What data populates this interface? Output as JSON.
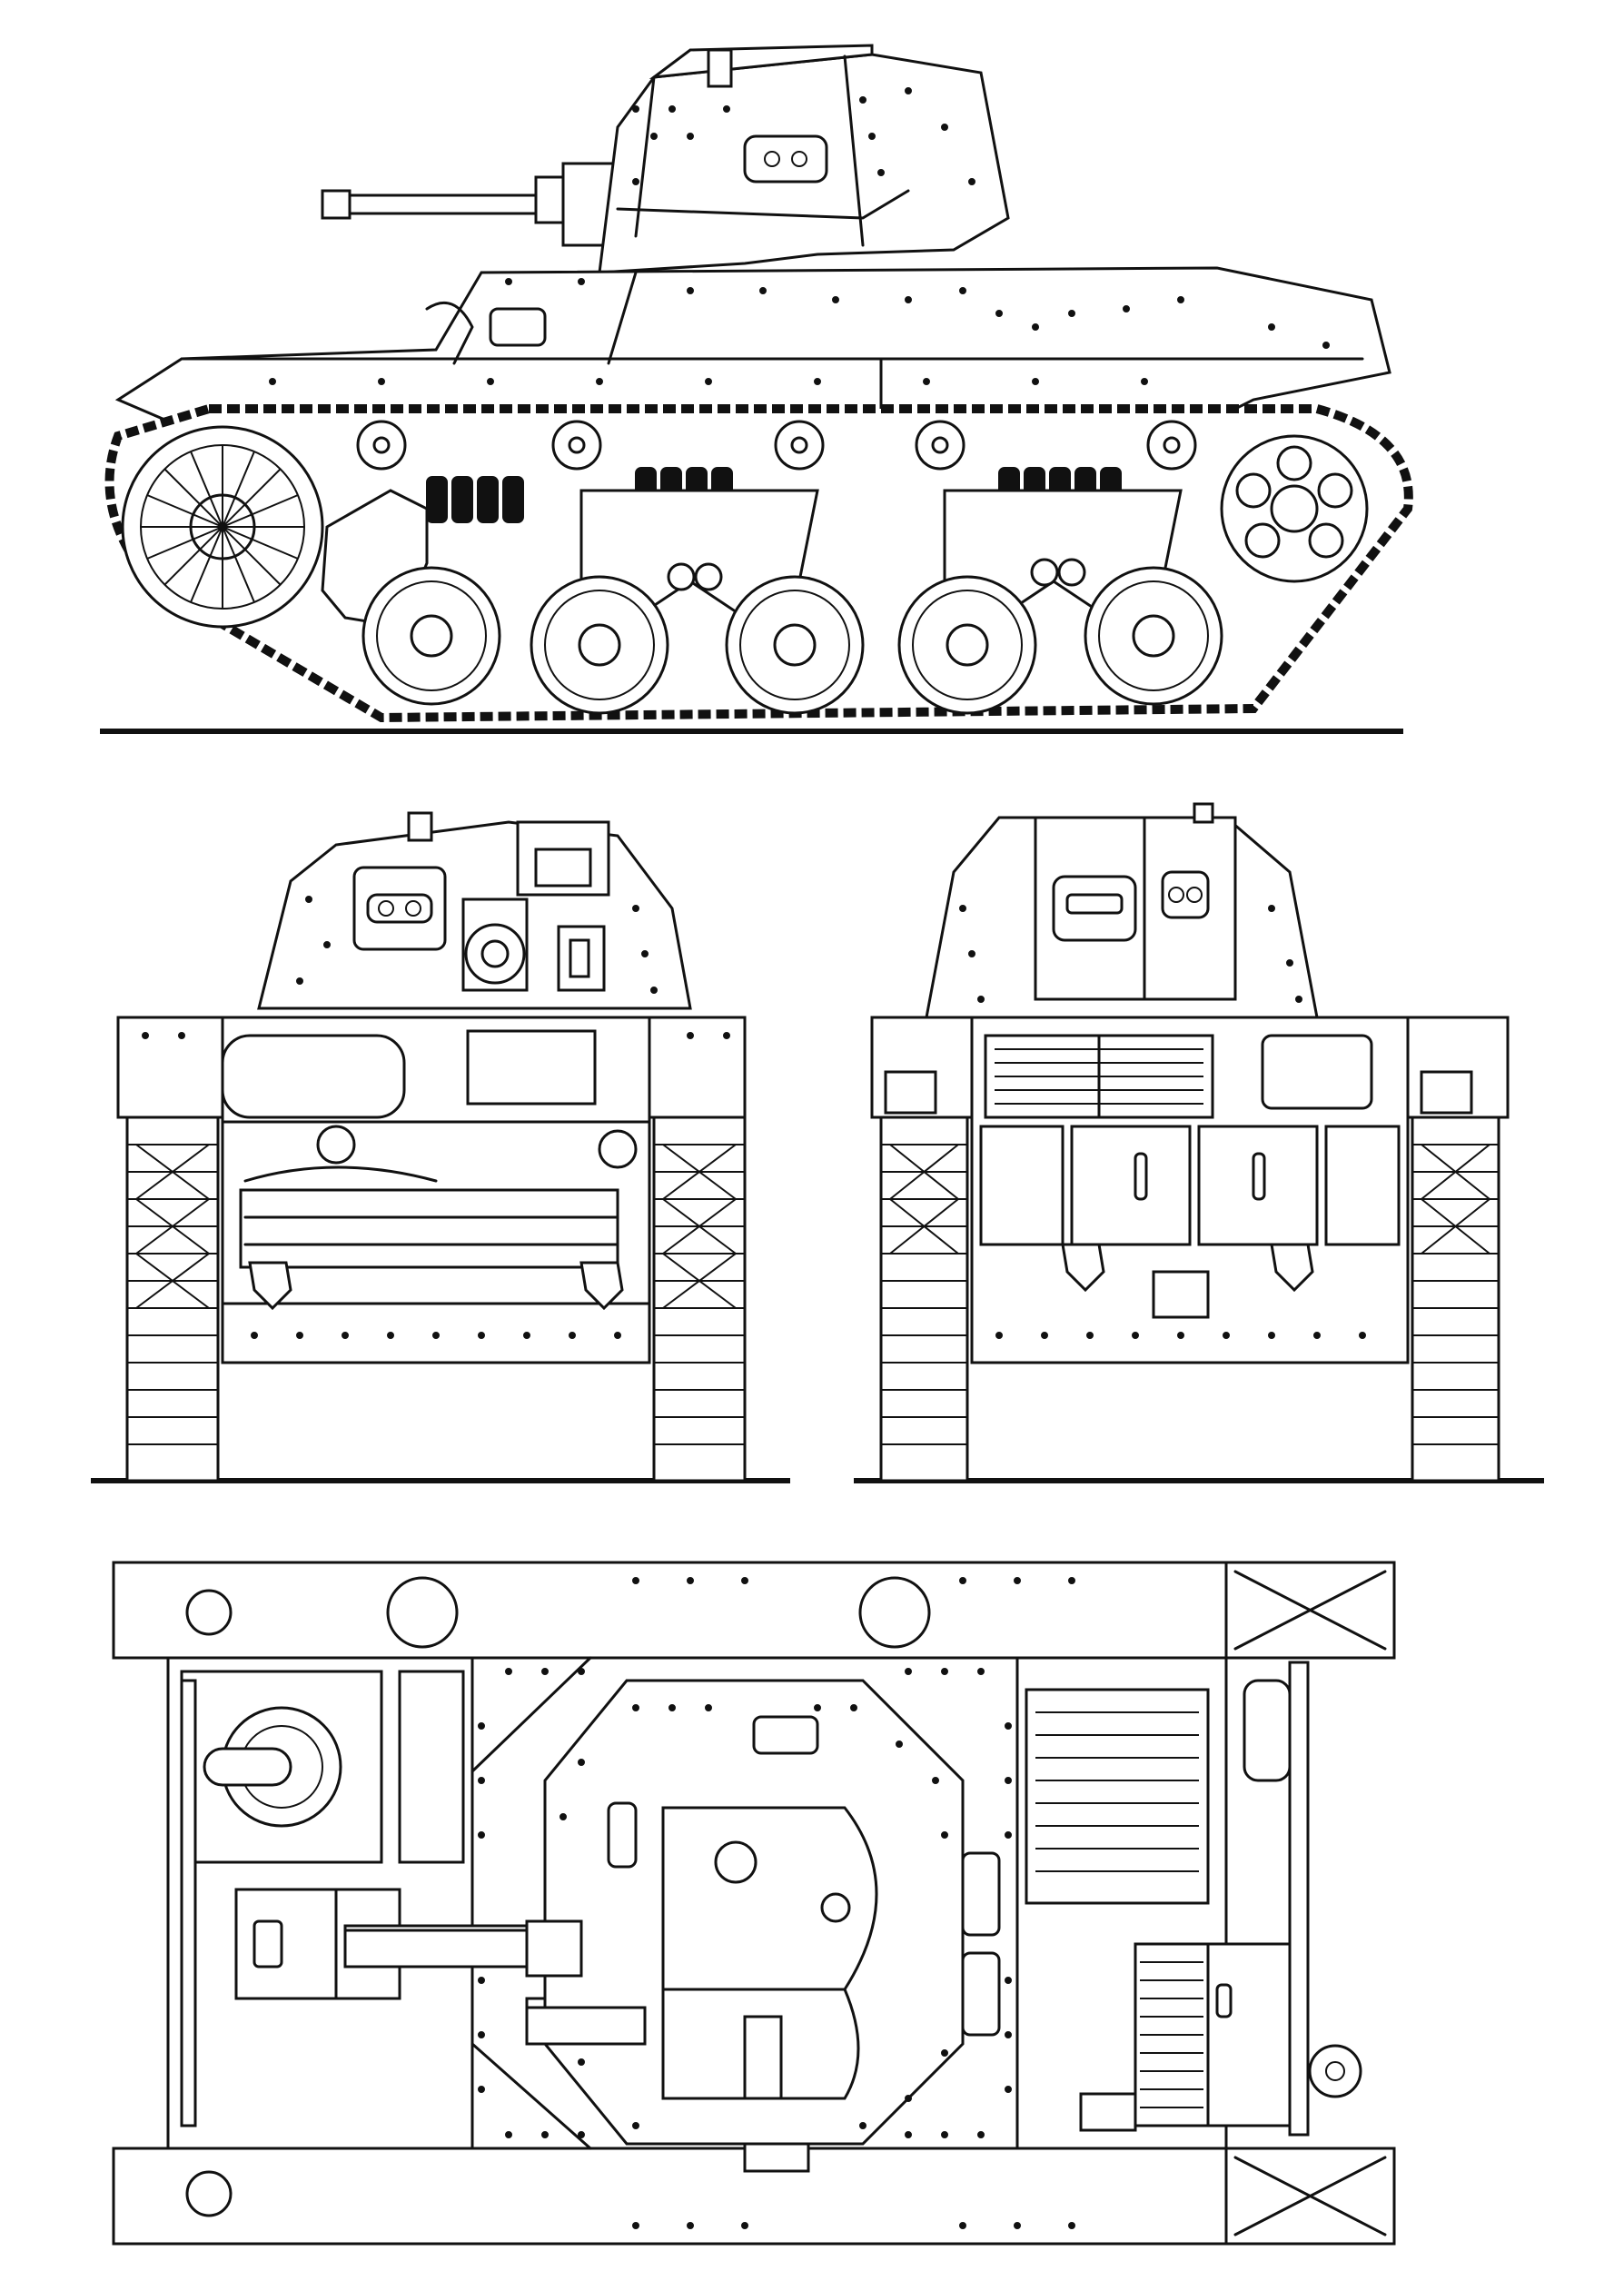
{
  "drawing": {
    "views": [
      "side-view",
      "front-view",
      "rear-view",
      "top-view"
    ],
    "colors": {
      "ink": "#111111",
      "paper": "#ffffff"
    }
  }
}
